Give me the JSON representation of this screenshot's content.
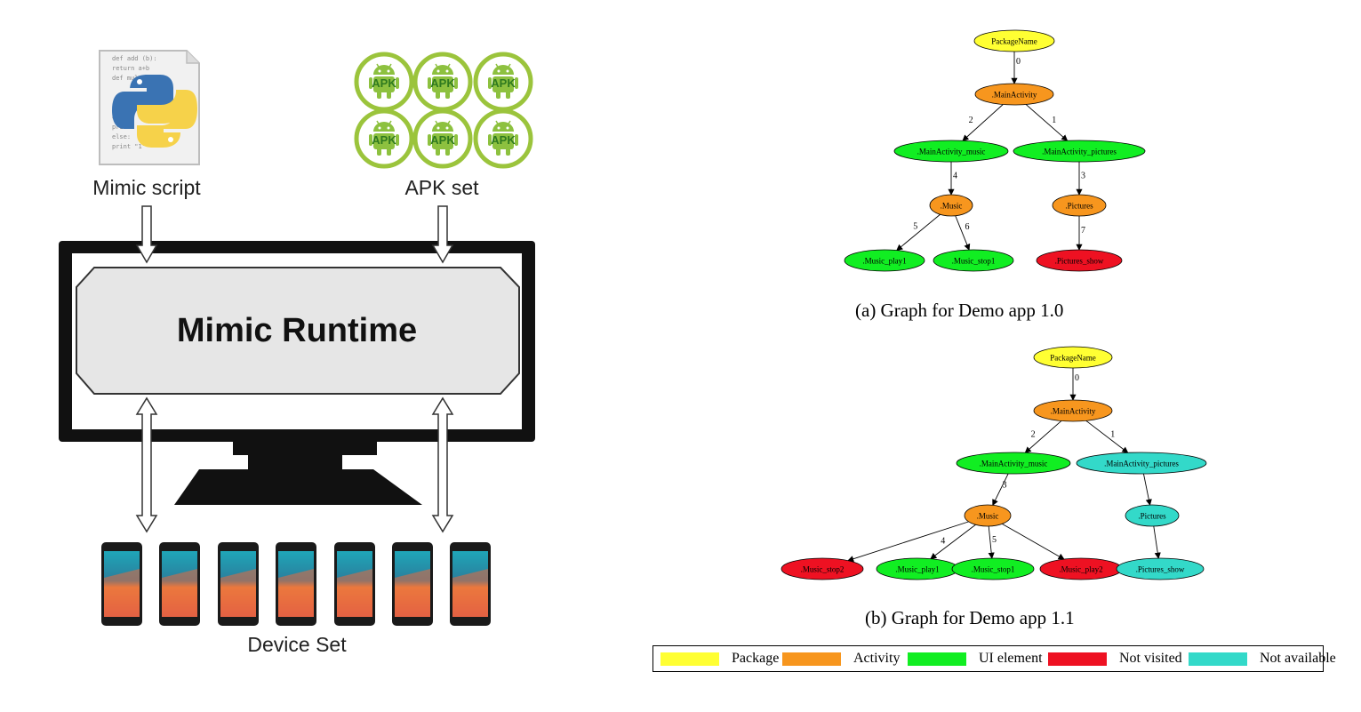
{
  "left_diagram": {
    "script_label": "Mimic script",
    "apk_label": "APK set",
    "apk_badge": "APK",
    "runtime_label": "Mimic Runtime",
    "device_label": "Device Set",
    "script_code_lines": [
      "def add (b):",
      "return a+b",
      "def mul",
      "",
      "",
      "",
      "else:",
      "print",
      "else:",
      "print \"1\""
    ]
  },
  "graphs": [
    {
      "caption": "(a) Graph for Demo app 1.0",
      "nodes": [
        {
          "id": "pkg",
          "label": "PackageName",
          "type": "package"
        },
        {
          "id": "main",
          "label": ".MainActivity",
          "type": "activity"
        },
        {
          "id": "music_el",
          "label": ".MainActivity_music",
          "type": "ui"
        },
        {
          "id": "pics_el",
          "label": ".MainActivity_pictures",
          "type": "ui"
        },
        {
          "id": "music",
          "label": ".Music",
          "type": "activity"
        },
        {
          "id": "pics",
          "label": ".Pictures",
          "type": "activity"
        },
        {
          "id": "play1",
          "label": ".Music_play1",
          "type": "ui"
        },
        {
          "id": "stop1",
          "label": ".Music_stop1",
          "type": "ui"
        },
        {
          "id": "show",
          "label": ".Pictures_show",
          "type": "not_visited"
        }
      ],
      "edges": [
        {
          "from": "pkg",
          "to": "main",
          "label": "0"
        },
        {
          "from": "main",
          "to": "music_el",
          "label": "2"
        },
        {
          "from": "main",
          "to": "pics_el",
          "label": "1"
        },
        {
          "from": "music_el",
          "to": "music",
          "label": "4"
        },
        {
          "from": "pics_el",
          "to": "pics",
          "label": "3"
        },
        {
          "from": "music",
          "to": "play1",
          "label": "5"
        },
        {
          "from": "music",
          "to": "stop1",
          "label": "6"
        },
        {
          "from": "pics",
          "to": "show",
          "label": "7"
        }
      ]
    },
    {
      "caption": "(b) Graph for Demo app 1.1",
      "nodes": [
        {
          "id": "pkg",
          "label": "PackageName",
          "type": "package"
        },
        {
          "id": "main",
          "label": ".MainActivity",
          "type": "activity"
        },
        {
          "id": "music_el",
          "label": ".MainActivity_music",
          "type": "ui"
        },
        {
          "id": "pics_el",
          "label": ".MainActivity_pictures",
          "type": "not_available"
        },
        {
          "id": "music",
          "label": ".Music",
          "type": "activity"
        },
        {
          "id": "pics",
          "label": ".Pictures",
          "type": "not_available"
        },
        {
          "id": "stop2",
          "label": ".Music_stop2",
          "type": "not_visited"
        },
        {
          "id": "play1",
          "label": ".Music_play1",
          "type": "ui"
        },
        {
          "id": "stop1",
          "label": ".Music_stop1",
          "type": "ui"
        },
        {
          "id": "play2",
          "label": ".Music_play2",
          "type": "not_visited"
        },
        {
          "id": "show",
          "label": ".Pictures_show",
          "type": "not_available"
        }
      ],
      "edges": [
        {
          "from": "pkg",
          "to": "main",
          "label": "0"
        },
        {
          "from": "main",
          "to": "music_el",
          "label": "2"
        },
        {
          "from": "main",
          "to": "pics_el",
          "label": "1"
        },
        {
          "from": "music_el",
          "to": "music",
          "label": "3"
        },
        {
          "from": "pics_el",
          "to": "pics",
          "label": ""
        },
        {
          "from": "music",
          "to": "stop2",
          "label": ""
        },
        {
          "from": "music",
          "to": "play1",
          "label": "4"
        },
        {
          "from": "music",
          "to": "stop1",
          "label": "5"
        },
        {
          "from": "music",
          "to": "play2",
          "label": ""
        },
        {
          "from": "pics",
          "to": "show",
          "label": ""
        }
      ]
    }
  ],
  "legend": [
    {
      "key": "package",
      "label": "Package",
      "color": "#ffff33"
    },
    {
      "key": "activity",
      "label": "Activity",
      "color": "#f7961e"
    },
    {
      "key": "ui",
      "label": "UI element",
      "color": "#11ee22"
    },
    {
      "key": "not_visited",
      "label": "Not visited",
      "color": "#ee1122"
    },
    {
      "key": "not_available",
      "label": "Not available",
      "color": "#33d9c9"
    }
  ],
  "colors": {
    "package": "#ffff33",
    "activity": "#f7961e",
    "ui": "#11ee22",
    "not_visited": "#ee1122",
    "not_available": "#33d9c9",
    "apk_green": "#9bc43c",
    "android_green": "#8dc13f",
    "apk_text": "#2f7a1f",
    "monitor_frame": "#111111",
    "runtime_fill": "#e6e6e6"
  }
}
